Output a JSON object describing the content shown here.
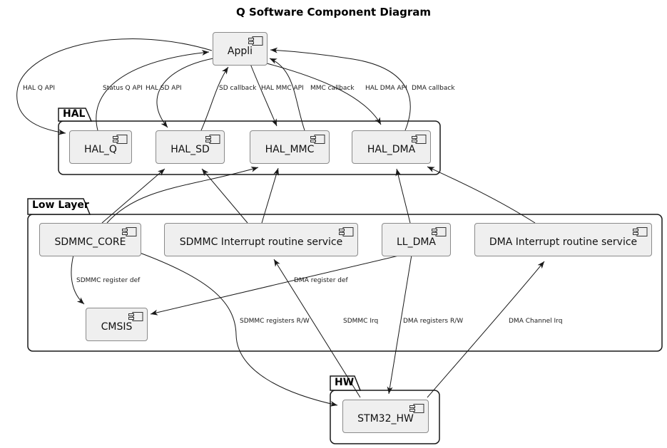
{
  "title": "Q Software Component Diagram",
  "packages": {
    "hal": {
      "label": "HAL"
    },
    "low_layer": {
      "label": "Low Layer"
    },
    "hw": {
      "label": "HW"
    }
  },
  "components": {
    "appli": "Appli",
    "hal_q": "HAL_Q",
    "hal_sd": "HAL_SD",
    "hal_mmc": "HAL_MMC",
    "hal_dma": "HAL_DMA",
    "sdmmc_core": "SDMMC_CORE",
    "sdmmc_int": "SDMMC Interrupt routine service",
    "ll_dma": "LL_DMA",
    "dma_int": "DMA Interrupt routine service",
    "cmsis": "CMSIS",
    "stm32_hw": "STM32_HW"
  },
  "edge_labels": {
    "hal_q_api": "HAL Q API",
    "status_q_api": "Status Q API",
    "hal_sd_api": "HAL SD API",
    "sd_callback": "SD callback",
    "hal_mmc_api": "HAL MMC API",
    "mmc_callback": "MMC callback",
    "hal_dma_api": "HAL DMA API",
    "dma_callback": "DMA callback",
    "sdmmc_register_def": "SDMMC register def",
    "dma_register_def": "DMA register def",
    "sdmmc_registers_rw": "SDMMC registers R/W",
    "sdmmc_irq": "SDMMC Irq",
    "dma_registers_rw": "DMA registers R/W",
    "dma_channel_irq": "DMA Channel Irq"
  },
  "edges": [
    {
      "from": "Appli",
      "to": "HAL_Q",
      "label": "HAL Q API"
    },
    {
      "from": "HAL_Q",
      "to": "Appli",
      "label": "Status Q API"
    },
    {
      "from": "Appli",
      "to": "HAL_SD",
      "label": "HAL SD API"
    },
    {
      "from": "HAL_SD",
      "to": "Appli",
      "label": "SD callback"
    },
    {
      "from": "Appli",
      "to": "HAL_MMC",
      "label": "HAL MMC API"
    },
    {
      "from": "HAL_MMC",
      "to": "Appli",
      "label": "MMC callback"
    },
    {
      "from": "Appli",
      "to": "HAL_DMA",
      "label": "HAL DMA API"
    },
    {
      "from": "HAL_DMA",
      "to": "Appli",
      "label": "DMA callback"
    },
    {
      "from": "SDMMC_CORE",
      "to": "HAL_SD",
      "label": ""
    },
    {
      "from": "SDMMC_CORE",
      "to": "HAL_MMC",
      "label": ""
    },
    {
      "from": "SDMMC Interrupt routine service",
      "to": "HAL_SD",
      "label": ""
    },
    {
      "from": "SDMMC Interrupt routine service",
      "to": "HAL_MMC",
      "label": ""
    },
    {
      "from": "LL_DMA",
      "to": "HAL_DMA",
      "label": ""
    },
    {
      "from": "DMA Interrupt routine service",
      "to": "HAL_DMA",
      "label": ""
    },
    {
      "from": "SDMMC_CORE",
      "to": "CMSIS",
      "label": "SDMMC register def"
    },
    {
      "from": "LL_DMA",
      "to": "CMSIS",
      "label": "DMA register def"
    },
    {
      "from": "SDMMC_CORE",
      "to": "STM32_HW",
      "label": "SDMMC registers R/W"
    },
    {
      "from": "STM32_HW",
      "to": "SDMMC Interrupt routine service",
      "label": "SDMMC Irq"
    },
    {
      "from": "LL_DMA",
      "to": "STM32_HW",
      "label": "DMA registers R/W"
    },
    {
      "from": "STM32_HW",
      "to": "DMA Interrupt routine service",
      "label": "DMA Channel Irq"
    }
  ],
  "colors": {
    "background": "#ffffff",
    "component_fill": "#efefef",
    "component_border": "#8a8a8a",
    "package_border": "#181818",
    "edge": "#181818"
  }
}
